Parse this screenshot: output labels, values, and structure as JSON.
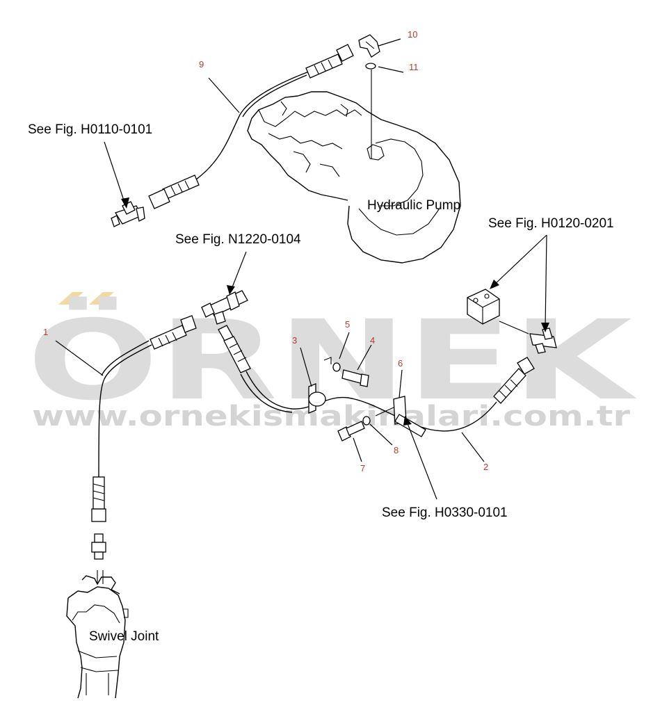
{
  "watermark": {
    "brand": "ÖRNEK",
    "url": "www.ornekismakinalari.com.tr",
    "brand_color": "#dcdcdc",
    "accent_color": "#f2d9a0"
  },
  "labels": {
    "hydraulic_pump": "Hydraulic Pump",
    "swivel_joint": "Swivel Joint",
    "see_h0110": "See Fig. H0110-0101",
    "see_n1220": "See Fig. N1220-0104",
    "see_h0120": "See Fig. H0120-0201",
    "see_h0330": "See Fig. H0330-0101"
  },
  "callouts": {
    "c1": "1",
    "c2": "2",
    "c3": "3",
    "c4": "4",
    "c5": "5",
    "c6": "6",
    "c7": "7",
    "c8": "8",
    "c9": "9",
    "c10": "10",
    "c11": "11"
  },
  "colors": {
    "line": "#000000",
    "callout": "#c0392b"
  }
}
